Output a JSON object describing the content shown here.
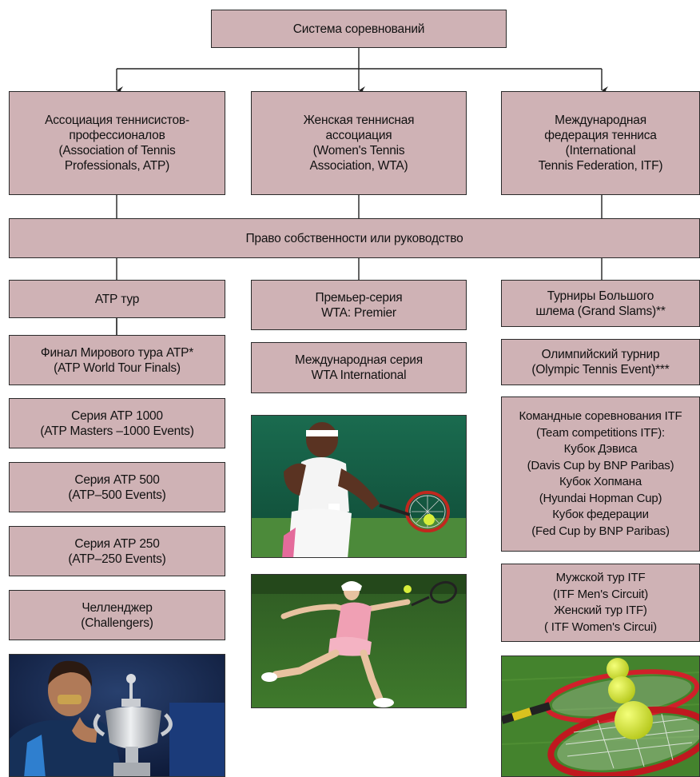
{
  "top": {
    "lines": [
      "Система соревнований"
    ]
  },
  "orgs": [
    {
      "lines": [
        "Ассоциация теннисистов-",
        "профессионалов",
        "(Association of Tennis",
        "Professionals, ATP)"
      ]
    },
    {
      "lines": [
        "Женская теннисная",
        "ассоциация",
        "(Women's Tennis",
        "Association, WTA)"
      ]
    },
    {
      "lines": [
        "Международная",
        "федерация тенниса",
        "(International",
        "Tennis Federation, ITF)"
      ]
    }
  ],
  "ownership": {
    "lines": [
      "Право собственности или руководство"
    ]
  },
  "atp_column": [
    {
      "lines": [
        "АТР тур"
      ]
    },
    {
      "lines": [
        "Финал Мирового тура АТР*",
        "(ATP World Tour Finals)"
      ]
    },
    {
      "lines": [
        "Серия АТР 1000",
        "(ATP Masters –1000 Events)"
      ]
    },
    {
      "lines": [
        "Серия АТР 500",
        "(ATP–500 Events)"
      ]
    },
    {
      "lines": [
        "Серия АТР 250",
        "(ATP–250 Events)"
      ]
    },
    {
      "lines": [
        "Челленджер",
        "(Challengers)"
      ]
    }
  ],
  "wta_column": [
    {
      "lines": [
        "Премьер-серия",
        "WTA: Premier"
      ]
    },
    {
      "lines": [
        "Международная серия",
        "WTA International"
      ]
    }
  ],
  "itf_column": [
    {
      "lines": [
        "Турниры Большого",
        "шлема (Grand Slams)**"
      ]
    },
    {
      "lines": [
        "Олимпийский турнир",
        "(Olympic Tennis Event)***"
      ]
    },
    {
      "lines": [
        "Командные соревнования ITF",
        "(Team competitions ITF):",
        "Кубок Дэвиса",
        "(Davis Cup by BNP Paribas)",
        "Кубок Хопмана",
        "(Hyundai Hopman Cup)",
        "Кубок федерации",
        "(Fed Cup by BNP Paribas)"
      ]
    },
    {
      "lines": [
        "Мужской тур ITF",
        "(ITF Men's Circuit)",
        "Женский тур ITF)",
        "( ITF Women's Circui)"
      ]
    }
  ],
  "colors": {
    "box_fill": "#cfb2b5",
    "border": "#2a2a2a"
  }
}
